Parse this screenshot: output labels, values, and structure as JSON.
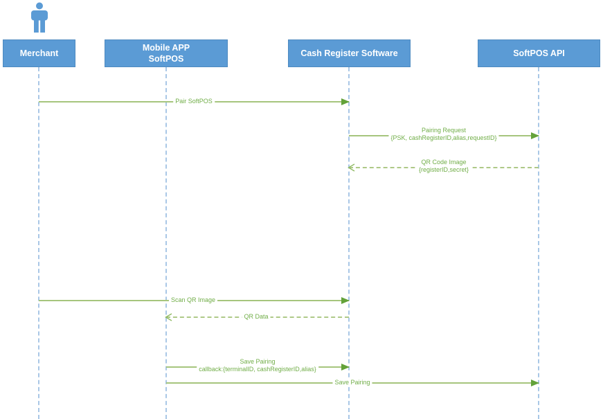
{
  "diagram": {
    "type": "uml-sequence",
    "actors": [
      {
        "id": "merchant",
        "label": "Merchant",
        "kind": "person"
      },
      {
        "id": "mobile-app-softpos",
        "label": "Mobile APP",
        "label2": "SoftPOS",
        "kind": "participant"
      },
      {
        "id": "cash-register-software",
        "label": "Cash Register Software",
        "kind": "participant"
      },
      {
        "id": "softpos-api",
        "label": "SoftPOS API",
        "kind": "participant"
      }
    ],
    "messages": [
      {
        "label": "Pair SoftPOS",
        "from": "Merchant",
        "to": "Cash Register Software",
        "style": "solid"
      },
      {
        "label": "Pairing Request",
        "sublabel": "{PSK, cashRegisterID,alias,requestID}",
        "from": "Cash Register Software",
        "to": "SoftPOS API",
        "style": "solid"
      },
      {
        "label": "QR Code Image",
        "sublabel": "{registerID,secret}",
        "from": "SoftPOS API",
        "to": "Cash Register Software",
        "style": "dashed-return"
      },
      {
        "label": "Scan QR Image",
        "from": "Merchant",
        "to": "Cash Register Software",
        "style": "solid"
      },
      {
        "label": "QR Data",
        "from": "Cash Register Software",
        "to": "Mobile APP SoftPOS",
        "style": "dashed-return"
      },
      {
        "label": "Save Pairing",
        "sublabel": "callback:{terminalID, cashRegisterID,alias}",
        "from": "Mobile APP SoftPOS",
        "to": "Cash Register Software",
        "style": "solid"
      },
      {
        "label": "Save Pairing",
        "from": "Mobile APP SoftPOS",
        "to": "SoftPOS API",
        "style": "solid"
      }
    ],
    "colors": {
      "participant_fill": "#5b9bd5",
      "participant_border": "#4e8ac0",
      "participant_text": "#ffffff",
      "lifeline": "#a9c7e6",
      "message_line": "#a6c57d",
      "arrowhead": "#63a23a",
      "message_text": "#70ad47",
      "actor_icon": "#5b9bd5",
      "background": "#ffffff"
    }
  }
}
